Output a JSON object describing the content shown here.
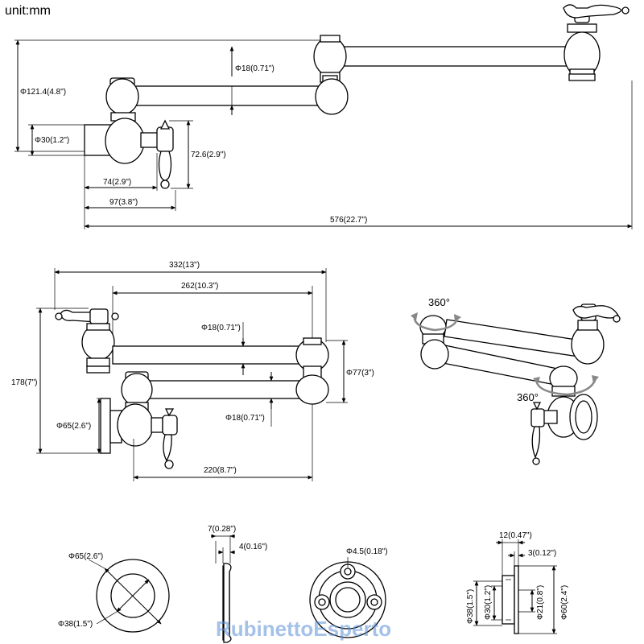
{
  "header": {
    "unit_label": "unit:mm"
  },
  "side_view": {
    "dims": {
      "pipe_dia": "Φ18(0.71\")",
      "body_height": "Φ121.4(4.8\")",
      "inlet_dia": "Φ30(1.2\")",
      "handle_height": "72.6(2.9\")",
      "depth_74": "74(2.9\")",
      "depth_97": "97(3.8\")",
      "total_length": "576(22.7\")"
    }
  },
  "top_view": {
    "dims": {
      "length_332": "332(13\")",
      "length_262": "262(10.3\")",
      "pipe_dia_upper": "Φ18(0.71\")",
      "pipe_dia_lower": "Φ18(0.71\")",
      "spacing_77": "Φ77(3\")",
      "height_178": "178(7\")",
      "flange_dia": "Φ65(2.6\")",
      "arm_220": "220(8.7\")"
    }
  },
  "perspective": {
    "rotation_top": "360°",
    "rotation_bottom": "360°"
  },
  "flange_front": {
    "outer_dia": "Φ65(2.6\")",
    "inner_dia": "Φ38(1.5\")"
  },
  "flange_profile": {
    "thickness_7": "7(0.28\")",
    "thickness_4": "4(0.16\")"
  },
  "mount_plate": {
    "hole_dia": "Φ4.5(0.18\")"
  },
  "mount_section": {
    "width_12": "12(0.47\")",
    "width_3": "3(0.12\")",
    "dia_38": "Φ38(1.5\")",
    "dia_30": "Φ30(1.2\")",
    "dia_21": "Φ21(0.8\")",
    "dia_60": "Φ60(2.4\")"
  },
  "watermark": {
    "brand": "RubinettoEsperto"
  }
}
